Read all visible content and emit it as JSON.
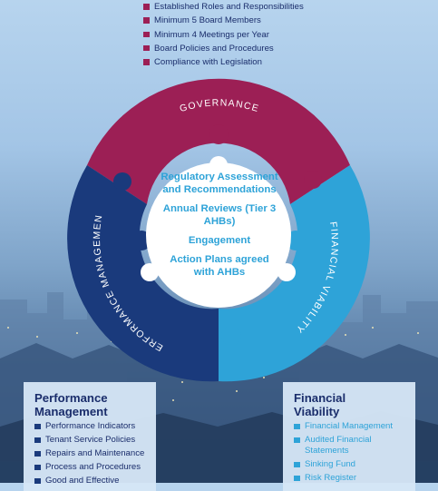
{
  "governance_list": [
    "Established Roles and Responsibilities",
    "Minimum 5 Board Members",
    "Minimum 4 Meetings per Year",
    "Board Policies and Procedures",
    "Compliance with Legislation"
  ],
  "wheel": {
    "top_label": "GOVERNANCE",
    "right_label": "FINANCIAL VIABILITY",
    "left_label": "PERFORMANCE MANAGEMENT",
    "colors": {
      "governance": "#9c1f55",
      "financial": "#2ea3d8",
      "performance": "#1a3a7c"
    }
  },
  "center": [
    "Regulatory Assessment and Recommendations",
    "Annual Reviews (Tier 3 AHBs)",
    "Engagement",
    "Action Plans agreed with AHBs"
  ],
  "performance_panel": {
    "title_line1": "Performance",
    "title_line2": "Management",
    "items": [
      "Performance Indicators",
      "Tenant Service Policies",
      "Repairs and Maintenance",
      "Process and Procedures",
      "Good and Effective"
    ]
  },
  "financial_panel": {
    "title_line1": "Financial",
    "title_line2": "Viability",
    "items": [
      "Financial Management",
      "Audited Financial Statements",
      "Sinking Fund",
      "Risk Register"
    ]
  }
}
